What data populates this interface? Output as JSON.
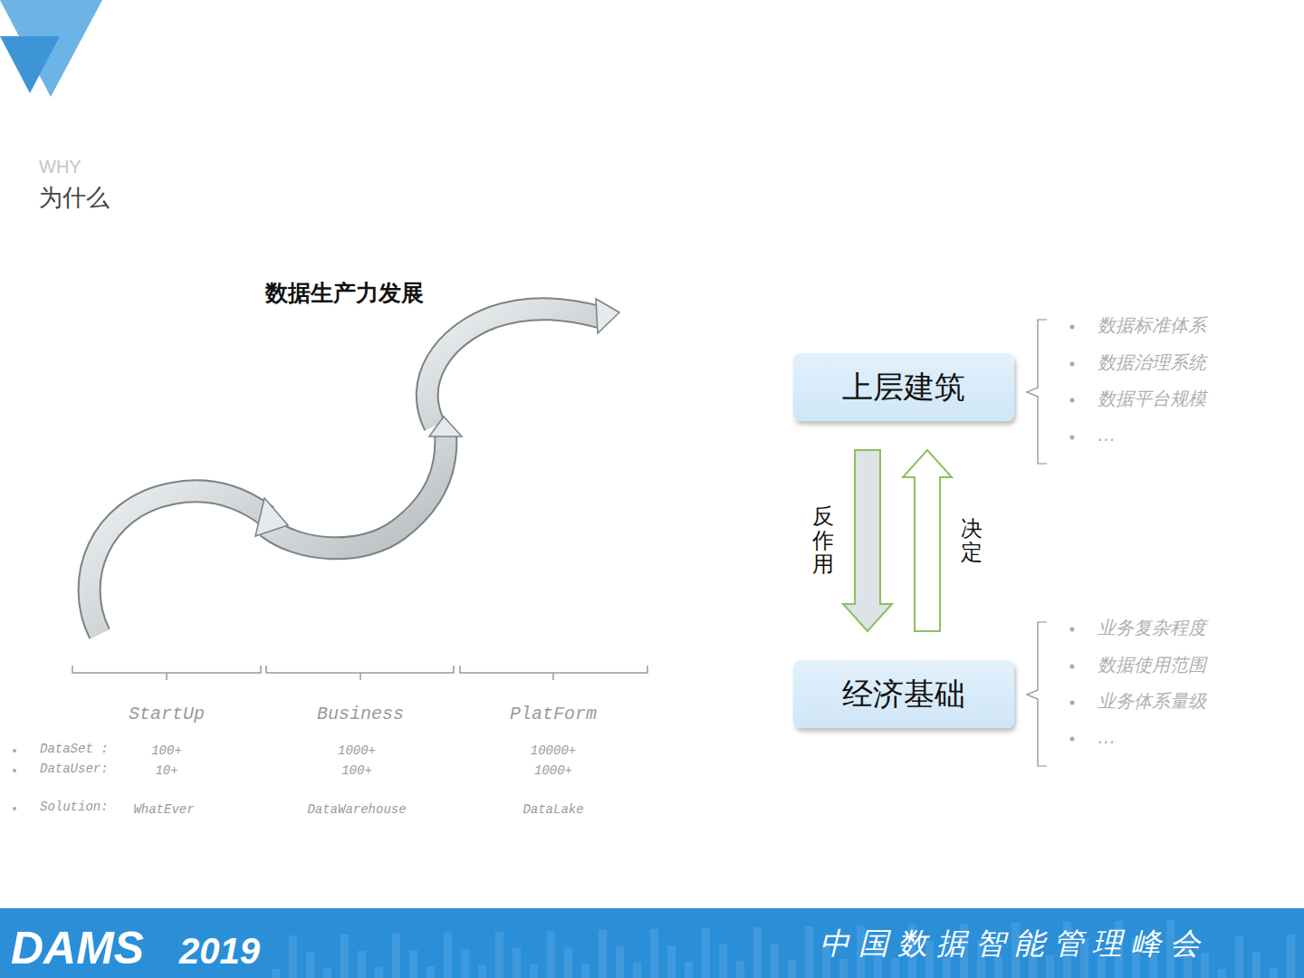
{
  "diagram": {
    "title": "数据生产力发展",
    "nodes": [
      {
        "text": [
          "上层建筑"
        ]
      },
      {
        "text": [
          "经济基础"
        ]
      }
    ],
    "edges": [
      {
        "from": 0,
        "to": 1,
        "arrow": "to",
        "label": "反作用"
      },
      {
        "from": 1,
        "to": 0,
        "arrow": "to",
        "label": "决定"
      }
    ],
    "labels": [
      "WHY",
      "为什么",
      "StartUp",
      "Business",
      "PlatForm",
      "DataSet :",
      "DataUser:",
      "Solution:",
      "100+",
      "10+",
      "WhatEver",
      "1000+",
      "100+",
      "DataWarehouse",
      "10000+",
      "1000+",
      "DataLake",
      "数据标准体系",
      "数据治理系统",
      "数据平台规模",
      "…",
      "业务复杂程度",
      "数据使用范围",
      "业务体系量级",
      "…",
      "DAMS",
      "2019",
      "中国数据智能管理峰会"
    ]
  }
}
